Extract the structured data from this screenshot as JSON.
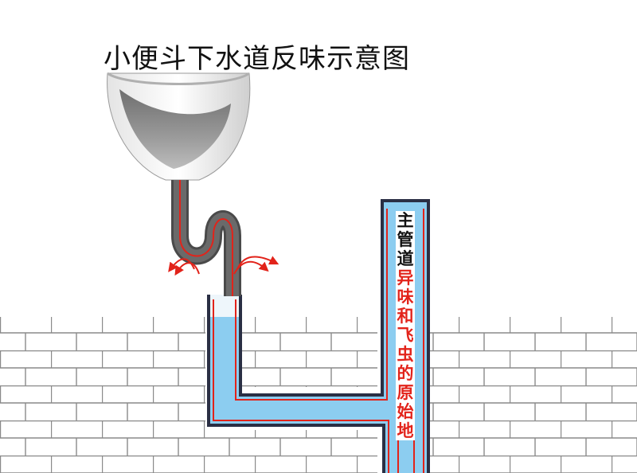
{
  "title": "小便斗下水道反味示意图",
  "main_pipe_label": "主管道",
  "callout": [
    "异",
    "味",
    "和",
    "飞",
    "虫",
    "的",
    "原",
    "始",
    "地"
  ],
  "colors": {
    "water": "#8ccdf0",
    "pipe_wall": "#2a2f44",
    "flow_line": "#e2231a",
    "main_label": "#111111",
    "callout": "#e2231a",
    "brick_line": "#8a8a8a",
    "trap_pipe": "#4a4a4a"
  }
}
